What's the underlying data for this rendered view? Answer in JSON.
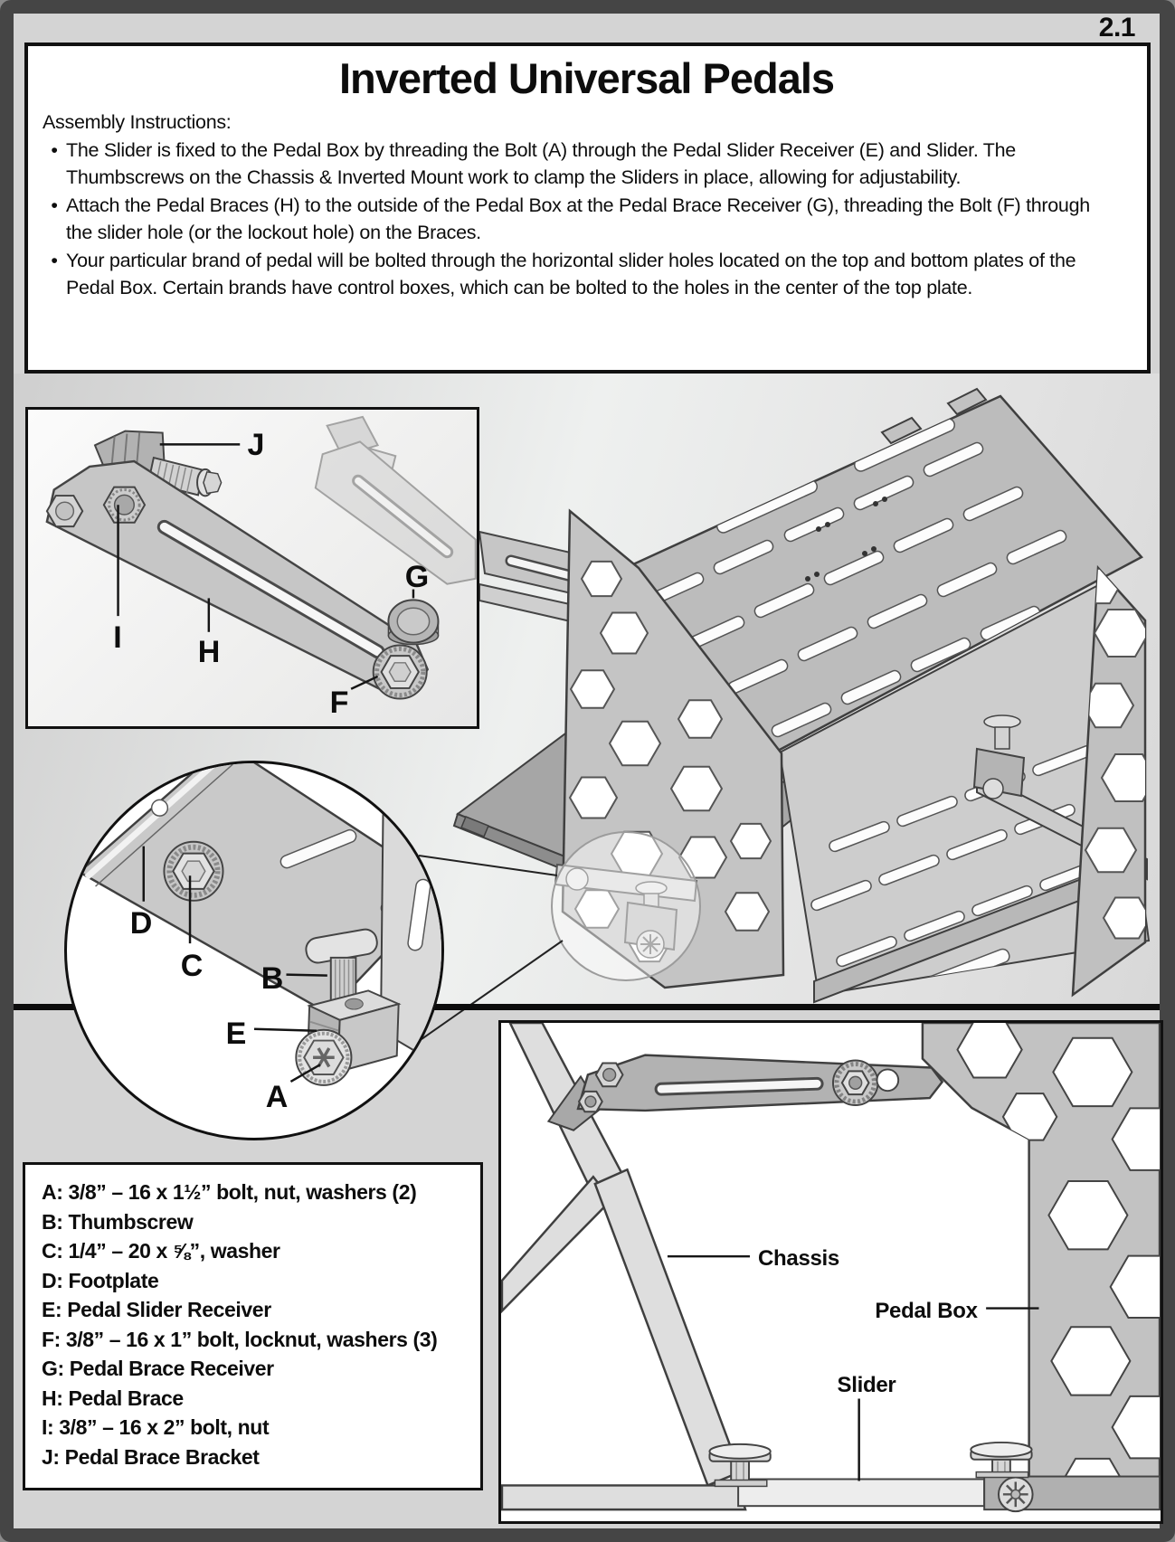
{
  "page": {
    "number": "2.1"
  },
  "title": "Inverted Universal Pedals",
  "instructions": {
    "heading": "Assembly Instructions:",
    "bullet_glyph": "•",
    "bullets": [
      "The Slider is fixed to the Pedal Box by threading the Bolt (A) through the Pedal Slider Receiver (E) and Slider. The Thumbscrews on the Chassis & Inverted Mount work to clamp the Sliders in place, allowing for adjustability.",
      "Attach the Pedal Braces (H) to the outside of the Pedal Box at the Pedal Brace Receiver (G), threading the Bolt (F) through the slider hole (or the lockout hole) on the Braces.",
      "Your particular brand of pedal will be bolted through the horizontal slider holes located on the top and bottom plates of the Pedal Box. Certain brands have control boxes, which can be bolted to the holes in the center of the top plate."
    ]
  },
  "parts_list": {
    "items": [
      "A: 3/8” – 16 x 1½” bolt, nut, washers (2)",
      "B: Thumbscrew",
      "C: 1/4” – 20 x ⅝”, washer",
      "D: Footplate",
      "E: Pedal Slider Receiver",
      "F: 3/8” – 16 x 1” bolt, locknut, washers (3)",
      "G: Pedal Brace Receiver",
      "H: Pedal Brace",
      "I: 3/8” – 16 x 2” bolt, nut",
      "J: Pedal Brace Bracket"
    ]
  },
  "callouts": {
    "brace_detail": {
      "j": "J",
      "i": "I",
      "h": "H",
      "g": "G",
      "f": "F"
    },
    "slider_detail": {
      "d": "D",
      "c": "C",
      "b": "B",
      "e": "E",
      "a": "A"
    },
    "side_view": {
      "chassis": "Chassis",
      "pedal_box": "Pedal Box",
      "slider": "Slider"
    }
  }
}
